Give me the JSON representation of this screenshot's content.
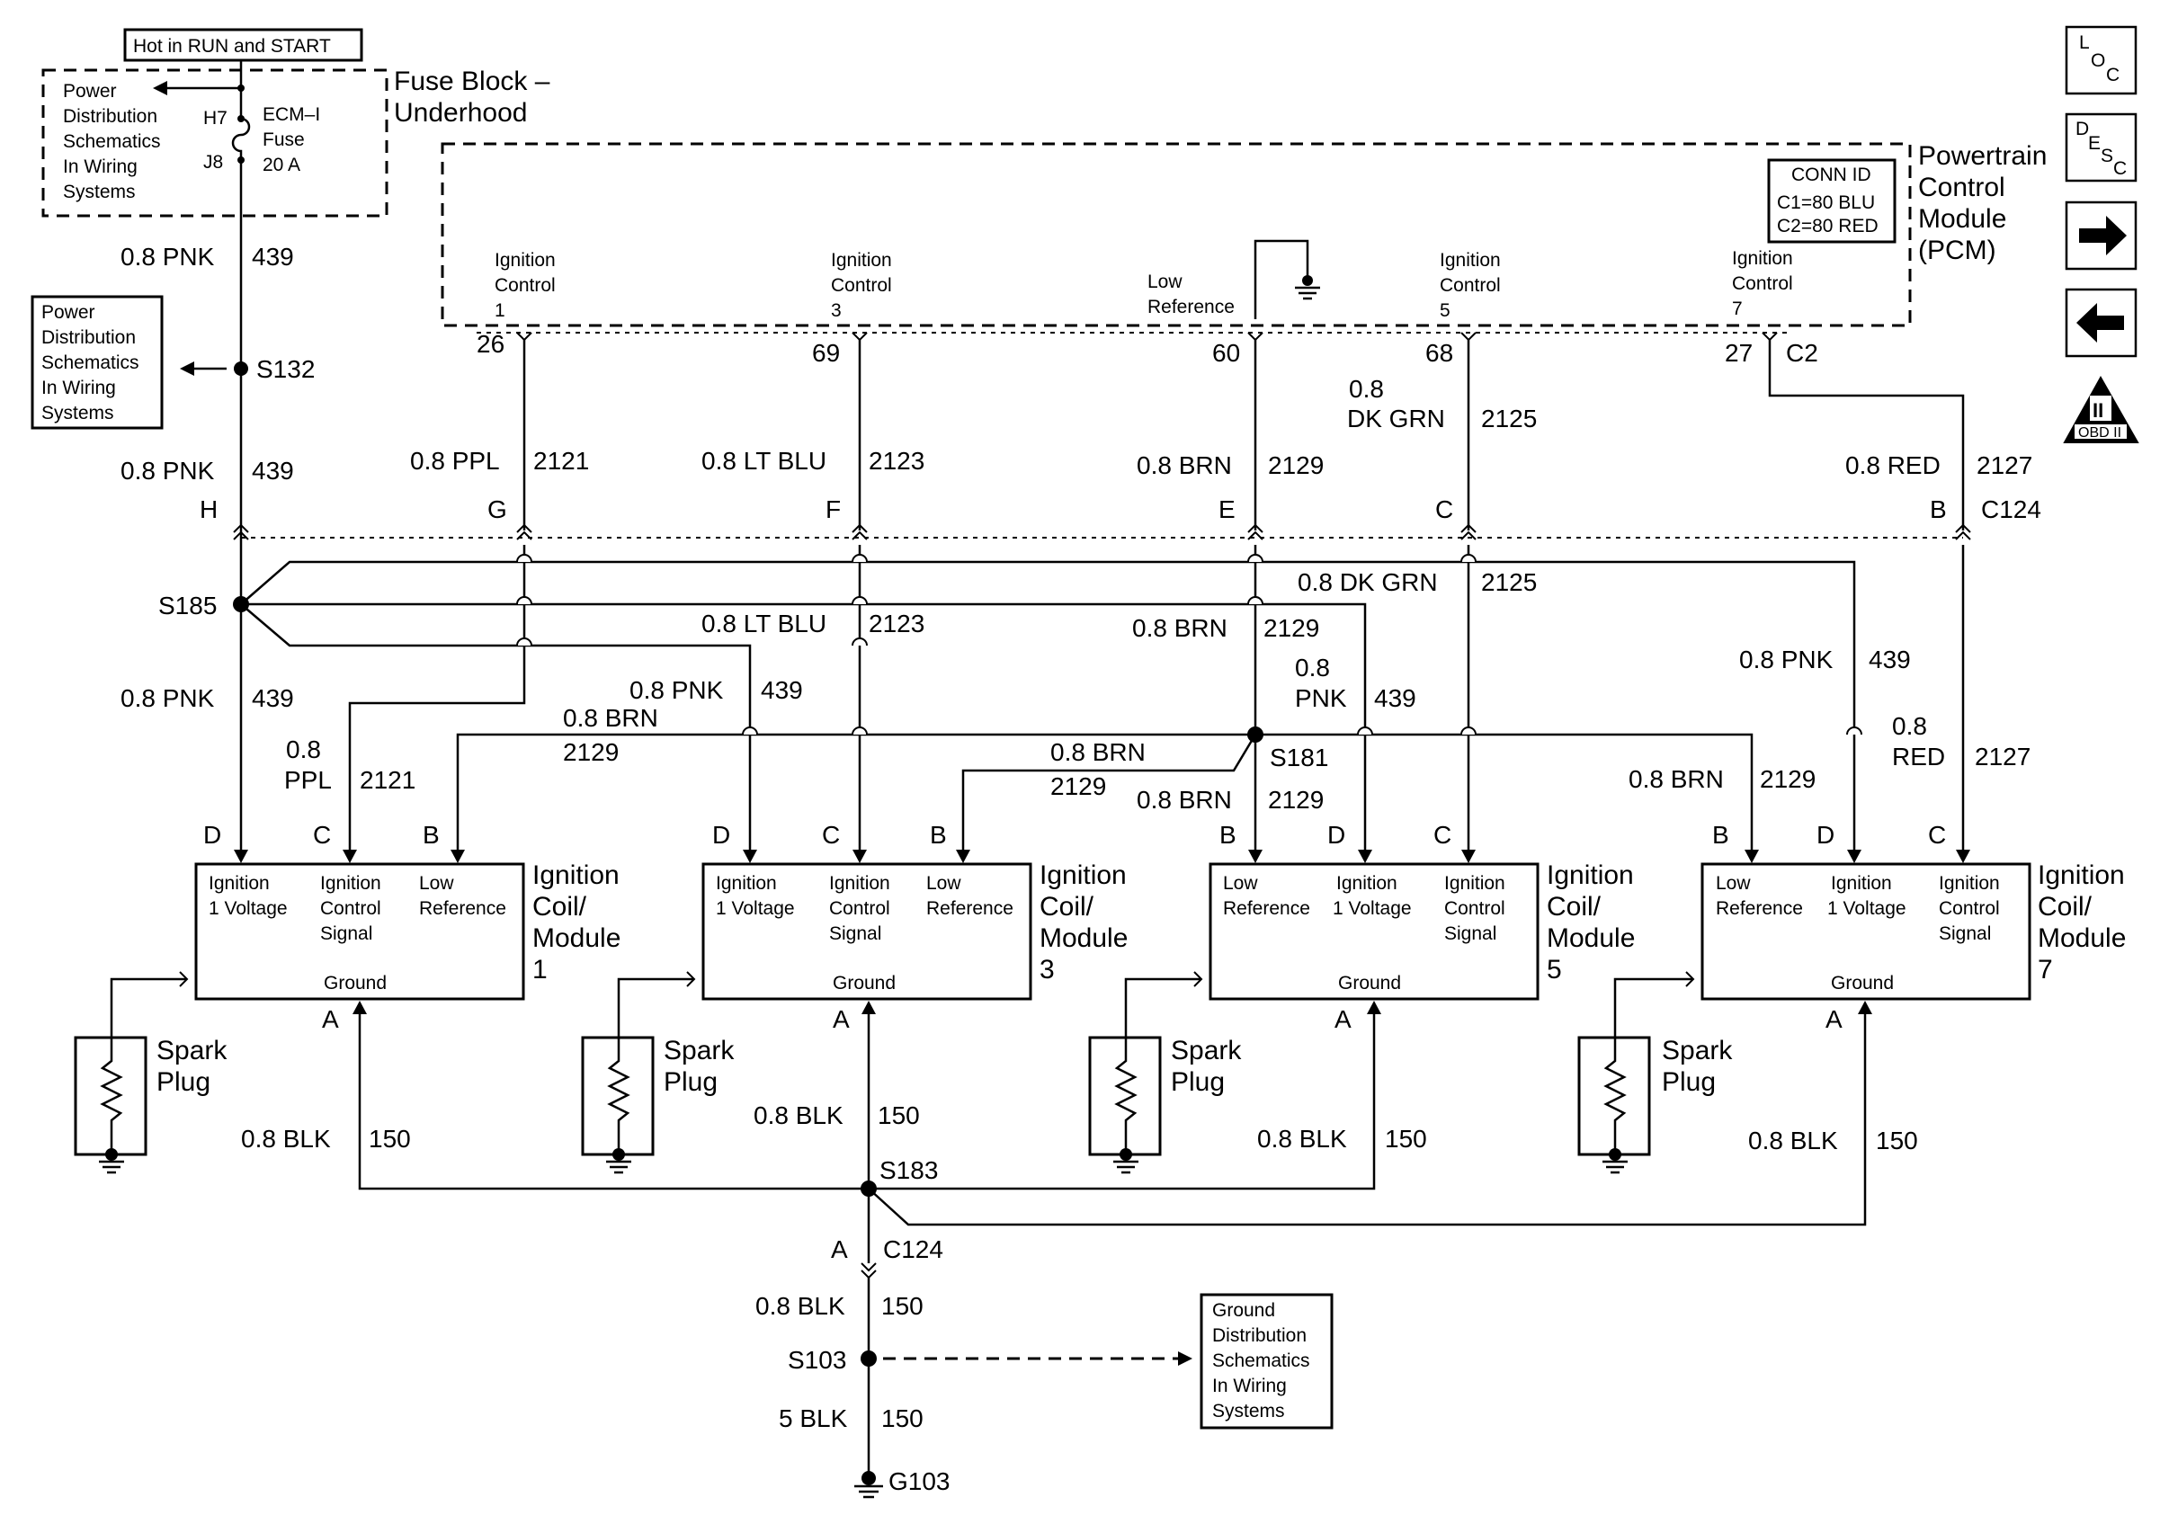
{
  "header": {
    "hot_label": "Hot in RUN and START"
  },
  "fuse_block": {
    "title": [
      "Fuse Block –",
      "Underhood"
    ],
    "power_ref": [
      "Power",
      "Distribution",
      "Schematics",
      "In Wiring",
      "Systems"
    ],
    "fuse": {
      "top_terminal": "H7",
      "bottom_terminal": "J8",
      "name": [
        "ECM–I",
        "Fuse"
      ],
      "rating": "20 A"
    }
  },
  "power_ref_s132": [
    "Power",
    "Distribution",
    "Schematics",
    "In Wiring",
    "Systems"
  ],
  "pcm": {
    "title": [
      "Powertrain",
      "Control",
      "Module",
      "(PCM)"
    ],
    "conn_id": [
      "CONN ID",
      "C1=80 BLU",
      "C2=80 RED"
    ],
    "pins": [
      {
        "label": [
          "Ignition",
          "Control",
          "1"
        ],
        "pin": "26"
      },
      {
        "label": [
          "Ignition",
          "Control",
          "3"
        ],
        "pin": "69"
      },
      {
        "label": [
          "Low",
          "Reference"
        ],
        "pin": "60"
      },
      {
        "label": [
          "Ignition",
          "Control",
          "5"
        ],
        "pin": "68"
      },
      {
        "label": [
          "Ignition",
          "Control",
          "7"
        ],
        "pin": "27"
      }
    ],
    "connector": "C2"
  },
  "wires": {
    "pnk_top": [
      "0.8 PNK",
      "439"
    ],
    "pnk_mid": [
      "0.8 PNK",
      "439"
    ],
    "ppl_2121": [
      "0.8 PPL",
      "2121"
    ],
    "ltblu_2123": [
      "0.8 LT BLU",
      "2123"
    ],
    "brn_2129": [
      "0.8 BRN",
      "2129"
    ],
    "dkgrn_2125": [
      "0.8",
      "DK GRN",
      "2125"
    ],
    "red_2127": [
      "0.8 RED",
      "2127"
    ],
    "dkgrn_lower": [
      "0.8 DK GRN",
      "2125"
    ],
    "ltblu_lower": [
      "0.8 LT BLU",
      "2123"
    ],
    "brn_lower": [
      "0.8 BRN",
      "2129"
    ],
    "pnk_s185": [
      "0.8 PNK",
      "439"
    ],
    "pnk_coil3": [
      "0.8 PNK",
      "439"
    ],
    "brn_coil1": [
      "0.8 BRN",
      "2129"
    ],
    "ppl_coil1": [
      "0.8",
      "PPL",
      "2121"
    ],
    "pnk_coil5": [
      "0.8",
      "PNK",
      "439"
    ],
    "brn_coil3": [
      "0.8 BRN",
      "2129"
    ],
    "brn_coil5": [
      "0.8 BRN",
      "2129"
    ],
    "pnk_coil7": [
      "0.8 PNK",
      "439"
    ],
    "brn_coil7": [
      "0.8 BRN",
      "2129"
    ],
    "red_coil7": [
      "0.8",
      "RED",
      "2127"
    ],
    "blk_150": [
      "0.8 BLK",
      "150"
    ],
    "blk_g": [
      "5 BLK",
      "150"
    ]
  },
  "connector_c124": {
    "name": "C124",
    "pins": [
      "H",
      "G",
      "F",
      "E",
      "C",
      "B"
    ]
  },
  "splices": {
    "s132": "S132",
    "s185": "S185",
    "s181": "S181",
    "s183": "S183",
    "s103": "S103",
    "g103": "G103"
  },
  "coils": [
    {
      "title": [
        "Ignition",
        "Coil/",
        "Module",
        "1"
      ],
      "pins": [
        "D",
        "C",
        "B"
      ],
      "terms": [
        [
          "Ignition",
          "1 Voltage"
        ],
        [
          "Ignition",
          "Control",
          "Signal"
        ],
        [
          "Low",
          "Reference"
        ]
      ],
      "ground": "Ground",
      "gnd_pin": "A"
    },
    {
      "title": [
        "Ignition",
        "Coil/",
        "Module",
        "3"
      ],
      "pins": [
        "D",
        "C",
        "B"
      ],
      "terms": [
        [
          "Ignition",
          "1 Voltage"
        ],
        [
          "Ignition",
          "Control",
          "Signal"
        ],
        [
          "Low",
          "Reference"
        ]
      ],
      "ground": "Ground",
      "gnd_pin": "A"
    },
    {
      "title": [
        "Ignition",
        "Coil/",
        "Module",
        "5"
      ],
      "pins": [
        "B",
        "D",
        "C"
      ],
      "terms": [
        [
          "Low",
          "Reference"
        ],
        [
          "Ignition",
          "1 Voltage"
        ],
        [
          "Ignition",
          "Control",
          "Signal"
        ]
      ],
      "ground": "Ground",
      "gnd_pin": "A"
    },
    {
      "title": [
        "Ignition",
        "Coil/",
        "Module",
        "7"
      ],
      "pins": [
        "B",
        "D",
        "C"
      ],
      "terms": [
        [
          "Low",
          "Reference"
        ],
        [
          "Ignition",
          "1 Voltage"
        ],
        [
          "Ignition",
          "Control",
          "Signal"
        ]
      ],
      "ground": "Ground",
      "gnd_pin": "A"
    }
  ],
  "spark_plug": [
    "Spark",
    "Plug"
  ],
  "ground_ref": [
    "Ground",
    "Distribution",
    "Schematics",
    "In Wiring",
    "Systems"
  ],
  "c124_bottom": {
    "pin": "A",
    "name": "C124"
  },
  "sidebar": {
    "loc": [
      "L",
      "O",
      "C"
    ],
    "desc": [
      "D",
      "E",
      "S",
      "C"
    ],
    "obd": [
      "II",
      "OBD II"
    ]
  }
}
